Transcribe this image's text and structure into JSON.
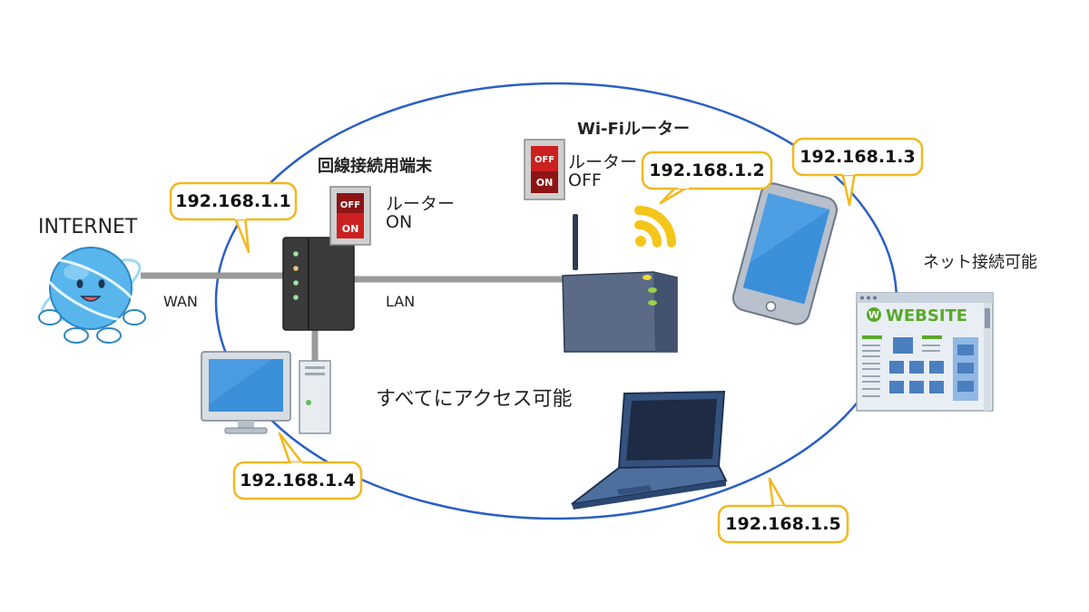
{
  "labels": {
    "internet": "INTERNET",
    "wan": "WAN",
    "lan": "LAN",
    "terminal_title": "回線接続用端末",
    "wifi_router_title": "Wi-Fiルーター",
    "all_access": "すべてにアクセス可能",
    "net_access": "ネット接続可能"
  },
  "switches": {
    "router_on": {
      "line1": "ルーター",
      "line2": "ON",
      "off_label": "OFF",
      "on_label": "ON"
    },
    "router_off": {
      "line1": "ルーター",
      "line2": "OFF",
      "off_label": "OFF",
      "on_label": "ON"
    }
  },
  "ip_bubbles": {
    "terminal": "192.168.1.1",
    "wifi_router": "192.168.1.2",
    "smartphone": "192.168.1.3",
    "desktop": "192.168.1.4",
    "laptop": "192.168.1.5"
  },
  "website": {
    "title": "WEBSITE",
    "logo_letter": "W"
  },
  "colors": {
    "ellipse": "#2a5fc4",
    "bubble_border": "#f2b81e",
    "cable": "#9a9a9a",
    "globe": "#58b6ec",
    "wifi_signal": "#f4c61a",
    "switch_red": "#cc2020",
    "website_green": "#5aa82a"
  }
}
